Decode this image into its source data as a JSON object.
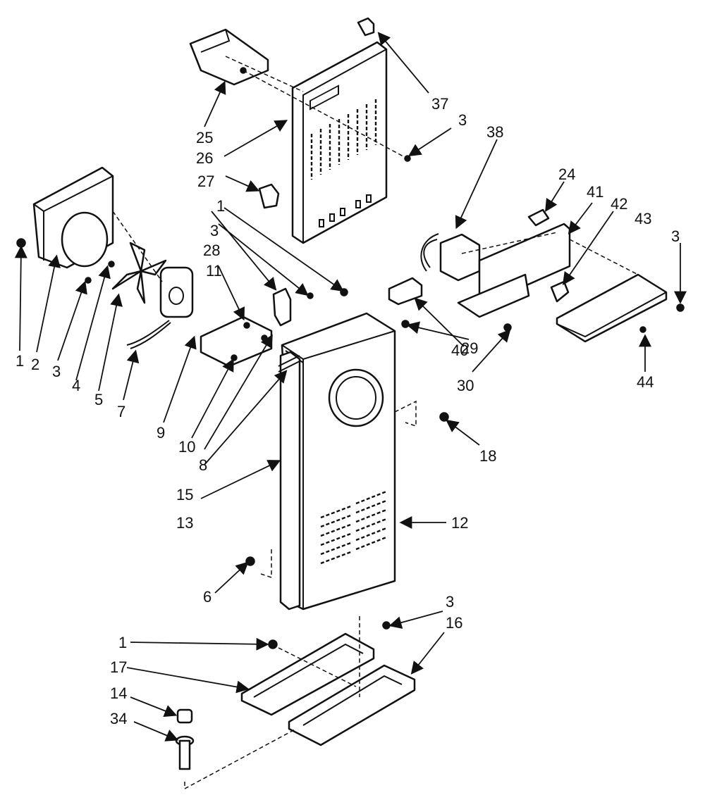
{
  "callouts": [
    "1",
    "2",
    "3",
    "4",
    "5",
    "7",
    "9",
    "10",
    "8",
    "15",
    "13",
    "6",
    "11",
    "28",
    "3",
    "1",
    "29",
    "30",
    "40",
    "18",
    "12",
    "25",
    "26",
    "27",
    "37",
    "3",
    "38",
    "24",
    "41",
    "42",
    "43",
    "3",
    "44",
    "3",
    "16",
    "1",
    "17",
    "14",
    "34"
  ]
}
